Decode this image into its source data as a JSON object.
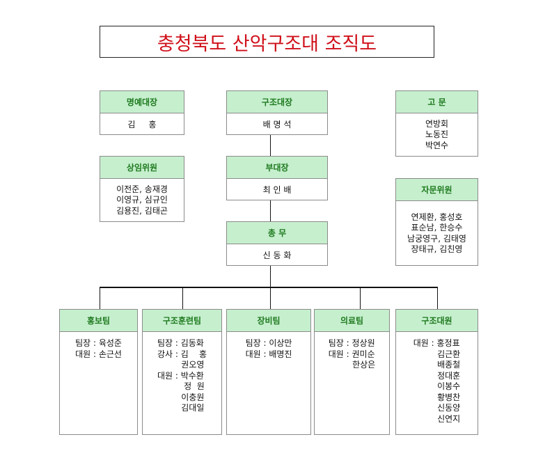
{
  "title": "충청북도 산악구조대 조직도",
  "boxes": {
    "honorary": {
      "label": "명예대장",
      "lines": [
        "김     홍"
      ]
    },
    "chief": {
      "label": "구조대장",
      "lines": [
        "배 명 석"
      ]
    },
    "advisor": {
      "label": "고 문",
      "lines": [
        "연방회",
        "노동진",
        "박연수"
      ]
    },
    "standing": {
      "label": "상임위원",
      "lines": [
        "이전준, 송재경",
        "이영규, 심규인",
        "김용진, 김태곤"
      ]
    },
    "deputy": {
      "label": "부대장",
      "lines": [
        "최 인 배"
      ]
    },
    "consult": {
      "label": "자문위원",
      "lines": [
        "연제환, 홍성호",
        "표순남, 한승수",
        "남궁영구, 김태영",
        "장태규, 김친영"
      ]
    },
    "general": {
      "label": "총 무",
      "lines": [
        "신 동 화"
      ]
    },
    "pr": {
      "label": "홍보팀",
      "lines": [
        "팀장 : 육성준",
        "대원 : 손근선"
      ]
    },
    "training": {
      "label": "구조훈련팀",
      "lines": [
        "팀장 : 김동화",
        "강사 : 김    홍",
        "         권오영",
        "대원 : 박수환",
        "          정  원",
        "         이충원",
        "         김대일"
      ]
    },
    "equipment": {
      "label": "장비팀",
      "lines": [
        "팀장 : 이상만",
        "대원 : 배명진"
      ]
    },
    "medical": {
      "label": "의료팀",
      "lines": [
        "팀장 : 정상원",
        "대원 : 권미순",
        "         한상은"
      ]
    },
    "rescuers": {
      "label": "구조대원",
      "lines": [
        "대원 : 홍정표",
        "         김근환",
        "         배종철",
        "         정대훈",
        "         이봉수",
        "         황병찬",
        "         신동양",
        "         신연지"
      ]
    }
  }
}
